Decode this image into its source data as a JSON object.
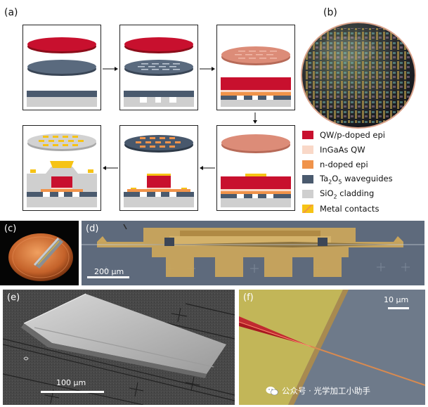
{
  "panels": {
    "a": "(a)",
    "b": "(b)",
    "c": "(c)",
    "d": "(d)",
    "e": "(e)",
    "f": "(f)"
  },
  "legend": [
    {
      "label": "QW/p-doped epi",
      "color": "#c8102e"
    },
    {
      "label": "InGaAs QW",
      "color": "#f9d8c8"
    },
    {
      "label": "n-doped epi",
      "color": "#f0934a"
    },
    {
      "label": "Ta2O5 waveguides",
      "color": "#4a5a6e"
    },
    {
      "label": "SiO2 cladding",
      "color": "#cfcfcf"
    },
    {
      "label": "Metal contacts",
      "color": "#f6c315"
    }
  ],
  "scalebars": {
    "d": "200 µm",
    "e": "100 µm",
    "f": "10 µm"
  },
  "watermark": "公众号 · 光学加工小助手"
}
